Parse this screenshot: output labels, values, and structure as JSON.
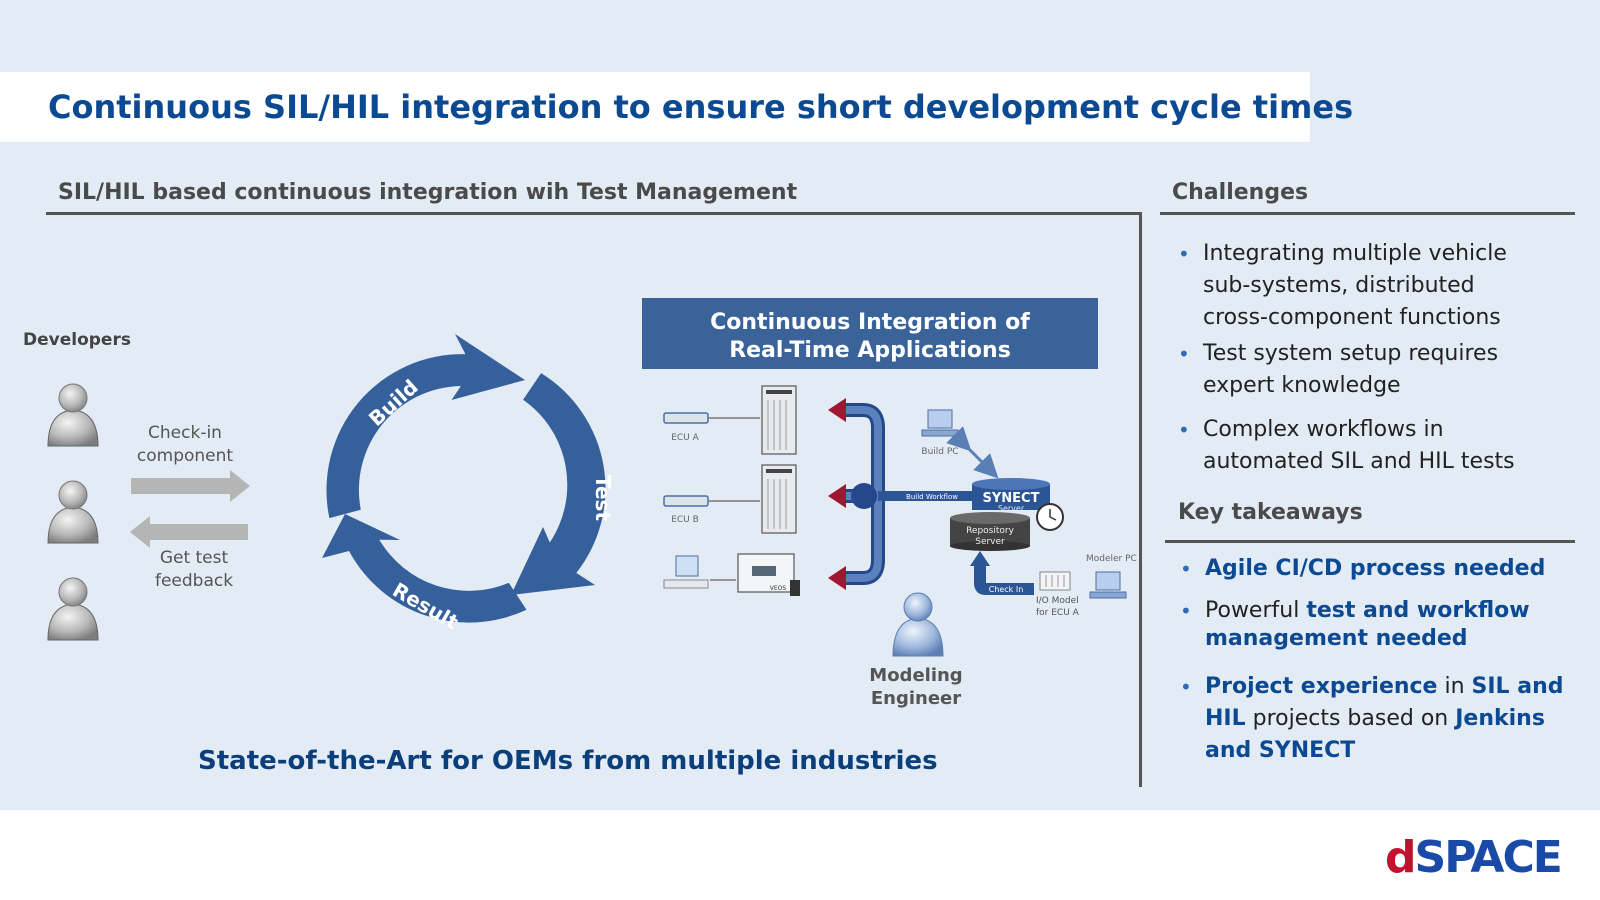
{
  "title": "Continuous SIL/HIL integration to ensure short development cycle times",
  "diagram": {
    "heading": "SIL/HIL based continuous integration wih Test Management",
    "developers_label": "Developers",
    "checkin_line1": "Check-in",
    "checkin_line2": "component",
    "feedback_line1": "Get test",
    "feedback_line2": "feedback",
    "cycle": {
      "build": "Build",
      "test": "Test",
      "result": "Result"
    },
    "ci_box_line1": "Continuous Integration of",
    "ci_box_line2": "Real-Time Applications",
    "ecu_a": "ECU A",
    "ecu_b": "ECU B",
    "veos": "VEOS",
    "build_pc": "Build PC",
    "build_workflow": "Build Workflow",
    "synect": "SYNECT",
    "synect_server": "Server",
    "repo_line1": "Repository",
    "repo_line2": "Server",
    "check_in": "Check In",
    "io_model_line1": "I/O Model",
    "io_model_line2": "for ECU A",
    "modeler_pc": "Modeler PC",
    "modeling_line1": "Modeling",
    "modeling_line2": "Engineer",
    "tagline": "State-of-the-Art for OEMs from multiple industries"
  },
  "challenges": {
    "heading": "Challenges",
    "items": [
      {
        "l1": "Integrating multiple vehicle",
        "l2": "sub-systems, distributed",
        "l3": "cross-component functions"
      },
      {
        "l1": "Test system setup requires",
        "l2": "expert knowledge"
      },
      {
        "l1": "Complex workflows in",
        "l2": "automated SIL and HIL tests"
      }
    ]
  },
  "takeaways": {
    "heading": "Key takeaways",
    "item1": "Agile CI/CD process needed",
    "item2_a": "Powerful ",
    "item2_b": "test and workflow management needed",
    "item3_a": "Project experience",
    "item3_b": " in ",
    "item3_c": "SIL and HIL",
    "item3_d": " projects based on ",
    "item3_e": "Jenkins and SYNECT"
  },
  "logo": {
    "d": "d",
    "rest": "SPACE"
  },
  "colors": {
    "accent": "#0b4a92",
    "arrow_blue": "#35609c",
    "logo_red": "#c4112f",
    "logo_blue": "#1a4aa8"
  }
}
